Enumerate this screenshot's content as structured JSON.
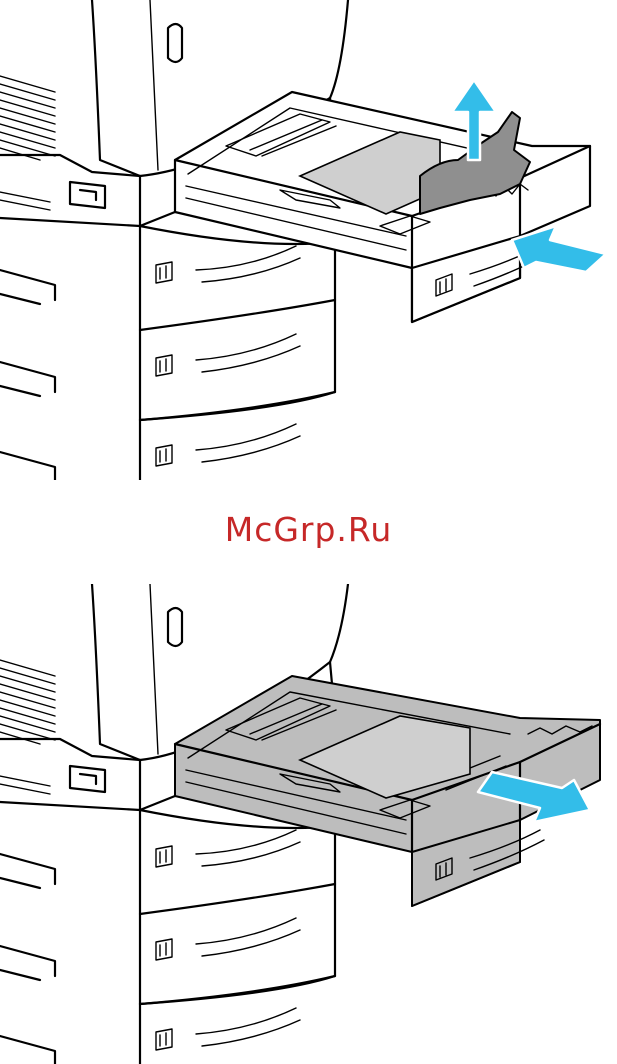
{
  "watermark": {
    "text": "McGrp.Ru",
    "color": "#c62828"
  },
  "colors": {
    "arrow": "#33bde9",
    "tray_shade": "#bdbdbd",
    "paper": "#cfcfcf",
    "jammed_paper": "#8f8f8f"
  },
  "steps": [
    {
      "id": "remove-jammed-paper",
      "icons": [
        "up-arrow-icon",
        "push-arrow-icon"
      ]
    },
    {
      "id": "pull-out-tray",
      "icons": [
        "pull-arrow-icon"
      ]
    }
  ]
}
